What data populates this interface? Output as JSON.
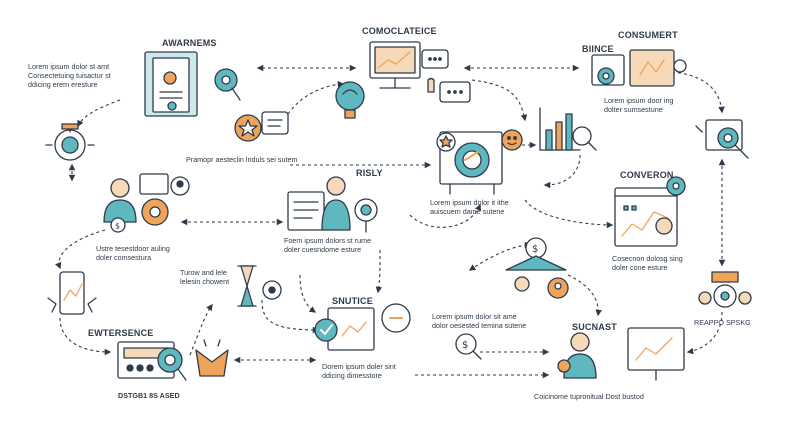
{
  "colors": {
    "line": "#2f3a4a",
    "teal": "#5fb8c0",
    "orange": "#f0a45a",
    "beige": "#f5d9b8",
    "light_teal": "#cde9ec"
  },
  "nodes": {
    "awareness": {
      "title": "AWARNEMS",
      "desc": [
        "Lorem ipsum dolor st amt",
        "Consectetuing tuisactur st",
        "ddicing erem eresture"
      ]
    },
    "consideration": {
      "title": "COMOCLATEICE"
    },
    "consumer": {
      "title": "CONSUMERT"
    },
    "bince": {
      "title": "BIINCE",
      "desc": [
        "Lorem ipsum door ing",
        "dolter sumsestune"
      ]
    },
    "center_left": {
      "desc": [
        "Pramopr aesteclin lnduls sei sutem"
      ]
    },
    "risly": {
      "title": "RISLY"
    },
    "risly_desc": {
      "desc": [
        "Lorem ipsum dolor it  ithe",
        "auiscuem dame sutene"
      ]
    },
    "converon": {
      "title": "CONVERON",
      "desc": [
        "Cosecnon dolosg sing",
        "doler cone esture"
      ]
    },
    "left_mid": {
      "desc": [
        "Ustre tesestdoor auling",
        "doler comsestura"
      ]
    },
    "center_mid": {
      "desc": [
        "Foem ipsum dolors st rume",
        "doler cuesndome esture"
      ]
    },
    "turow": {
      "desc": [
        "Turow and lele",
        "lelesin chowent"
      ]
    },
    "snutice": {
      "title": "SNUTICE"
    },
    "snutice_right": {
      "desc": [
        "Lorem ipsum dolor sit ame",
        "dolor oesested temina sutene"
      ]
    },
    "center_bottom": {
      "desc": [
        "Dorem ipsum doler sint",
        "ddicing dimesstore"
      ]
    },
    "experience": {
      "title": "EWTERSENCE",
      "desc": [
        "DSTGB1 8S ASED"
      ]
    },
    "sucnast": {
      "title": "SUCNAST",
      "desc": [
        "Coicinome tupronitual Dost bustod"
      ]
    },
    "reapo": {
      "desc": [
        "REAPPO SPSKG"
      ]
    }
  }
}
